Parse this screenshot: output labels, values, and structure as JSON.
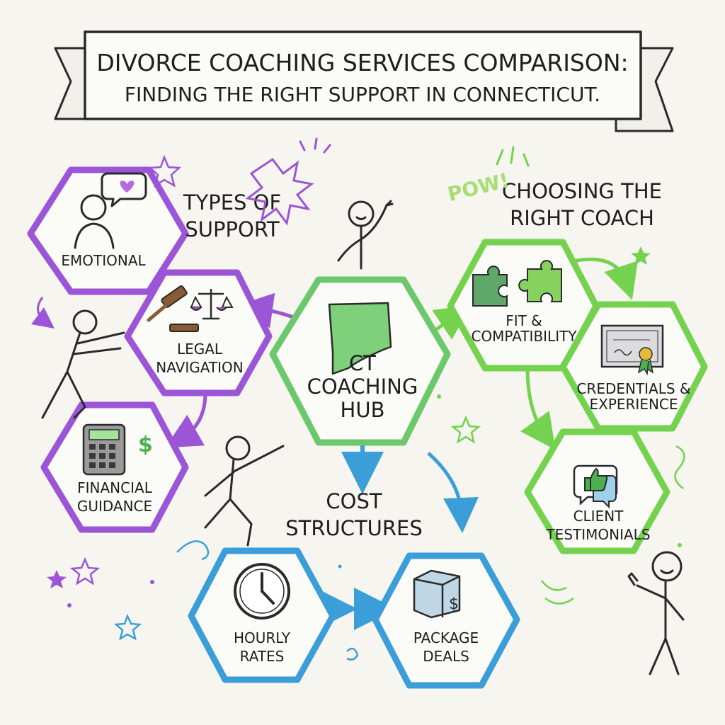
{
  "title": {
    "line1": "DIVORCE COACHING SERVICES COMPARISON:",
    "line2": "FINDING THE RIGHT SUPPORT IN CONNECTICUT."
  },
  "colors": {
    "purple": "#9b55d6",
    "green": "#74d24e",
    "blue": "#3b9ed9",
    "hub_green": "#6cc96b"
  },
  "hub": {
    "line1": "CT",
    "line2": "COACHING",
    "line3": "HUB"
  },
  "support": {
    "heading_line1": "TYPES OF",
    "heading_line2": "SUPPORT",
    "emotional": {
      "label": "EMOTIONAL",
      "icon": "heart-speech-person-icon"
    },
    "legal": {
      "line1": "LEGAL",
      "line2": "NAVIGATION",
      "icon": "gavel-scales-icon"
    },
    "financial": {
      "line1": "FINANCIAL",
      "line2": "GUIDANCE",
      "icon": "calculator-dollar-icon"
    }
  },
  "coach": {
    "heading_line1": "CHOOSING THE",
    "heading_line2": "RIGHT COACH",
    "exclamation": "POW!",
    "fit": {
      "line1": "FIT &",
      "line2": "COMPATIBILITY",
      "icon": "puzzle-pieces-icon"
    },
    "credentials": {
      "line1": "CREDENTIALS &",
      "line2": "EXPERIENCE",
      "icon": "certificate-icon"
    },
    "testimonials": {
      "line1": "CLIENT",
      "line2": "TESTIMONIALS",
      "icon": "thumbs-up-chat-icon"
    }
  },
  "cost": {
    "heading_line1": "COST",
    "heading_line2": "STRUCTURES",
    "hourly": {
      "line1": "HOURLY",
      "line2": "RATES",
      "icon": "clock-icon"
    },
    "package": {
      "line1": "PACKAGE",
      "line2": "DEALS",
      "icon": "box-dollar-icon"
    }
  }
}
